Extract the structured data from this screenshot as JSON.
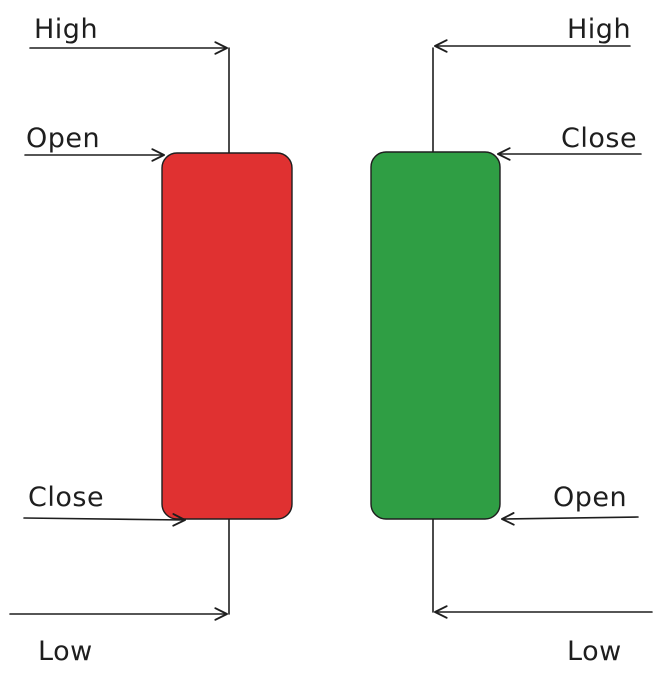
{
  "colors": {
    "bearish": "#e03131",
    "bullish": "#2f9e44",
    "ink": "#1e1e1e",
    "background": "#ffffff"
  },
  "bearish_candle": {
    "labels": {
      "high": "High",
      "open": "Open",
      "close": "Close",
      "low": "Low"
    }
  },
  "bullish_candle": {
    "labels": {
      "high": "High",
      "close": "Close",
      "open": "Open",
      "low": "Low"
    }
  }
}
